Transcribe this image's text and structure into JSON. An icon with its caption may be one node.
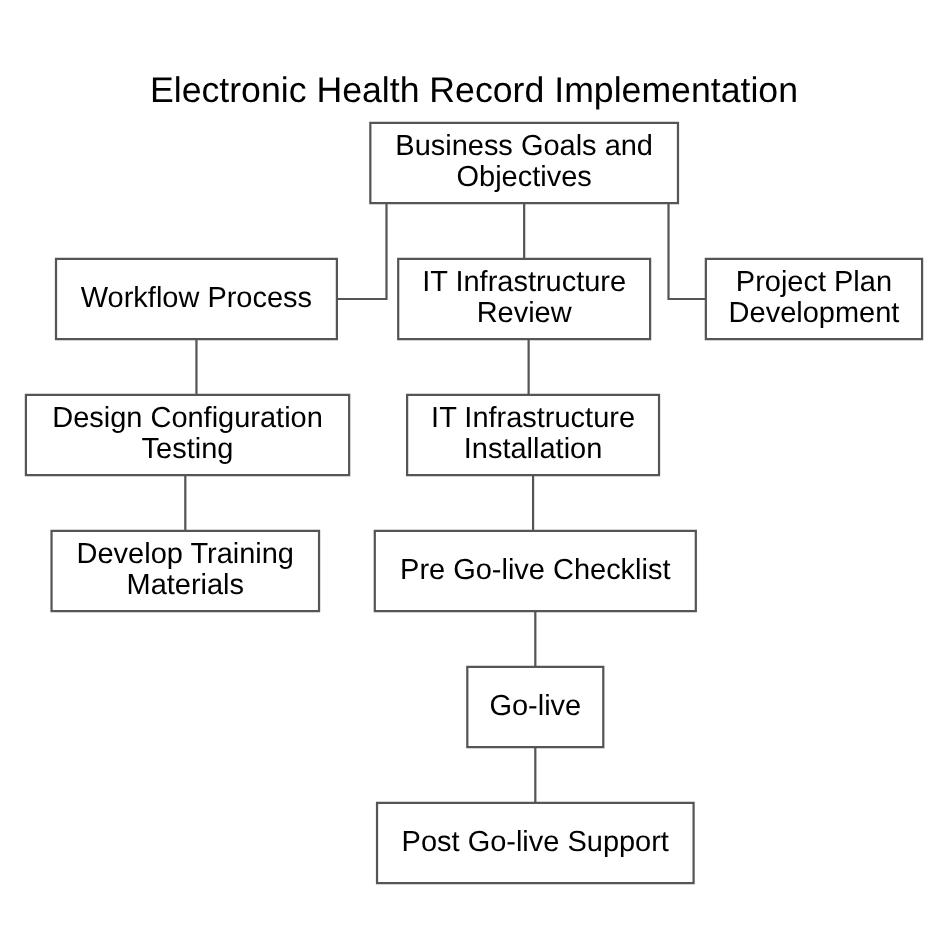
{
  "diagram": {
    "title": "Electronic Health Record Implementation",
    "nodes": [
      {
        "text": [
          "Business Goals and Objectives"
        ]
      },
      {
        "text": [
          "Workflow Process"
        ]
      },
      {
        "text": [
          "IT Infrastructure Review"
        ]
      },
      {
        "text": [
          "Project Plan Development"
        ]
      },
      {
        "text": [
          "Design Configuration Testing"
        ]
      },
      {
        "text": [
          "Develop Training Materials"
        ]
      },
      {
        "text": [
          "IT Infrastructure Installation"
        ]
      },
      {
        "text": [
          "Pre Go-live Checklist"
        ]
      },
      {
        "text": [
          "Go-live"
        ]
      },
      {
        "text": [
          "Post Go-live Support"
        ]
      }
    ],
    "edges": [
      {
        "from": 0,
        "to": 1,
        "arrow": "none"
      },
      {
        "from": 0,
        "to": 2,
        "arrow": "none"
      },
      {
        "from": 0,
        "to": 3,
        "arrow": "none"
      },
      {
        "from": 1,
        "to": 4,
        "arrow": "none"
      },
      {
        "from": 4,
        "to": 5,
        "arrow": "none"
      },
      {
        "from": 2,
        "to": 6,
        "arrow": "none"
      },
      {
        "from": 6,
        "to": 7,
        "arrow": "none"
      },
      {
        "from": 7,
        "to": 8,
        "arrow": "none"
      },
      {
        "from": 8,
        "to": 9,
        "arrow": "none"
      }
    ]
  }
}
